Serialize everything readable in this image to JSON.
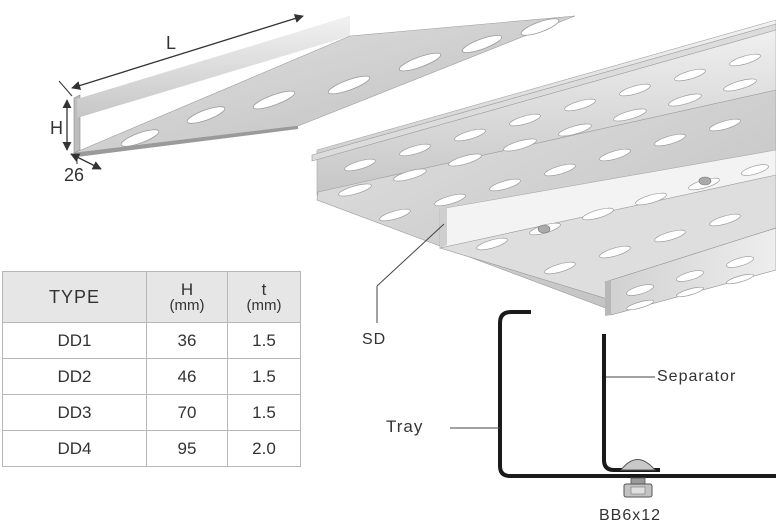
{
  "dimensions": {
    "length": "L",
    "height": "H",
    "width": "26"
  },
  "labels": {
    "sd": "SD",
    "separator": "Separator",
    "tray": "Tray",
    "bolt": "BB6x12"
  },
  "table": {
    "headers": [
      {
        "main": "TYPE",
        "unit": ""
      },
      {
        "main": "H",
        "unit": "(mm)"
      },
      {
        "main": "t",
        "unit": "(mm)"
      }
    ],
    "rows": [
      [
        "DD1",
        "36",
        "1.5"
      ],
      [
        "DD2",
        "46",
        "1.5"
      ],
      [
        "DD3",
        "70",
        "1.5"
      ],
      [
        "DD4",
        "95",
        "2.0"
      ]
    ]
  }
}
